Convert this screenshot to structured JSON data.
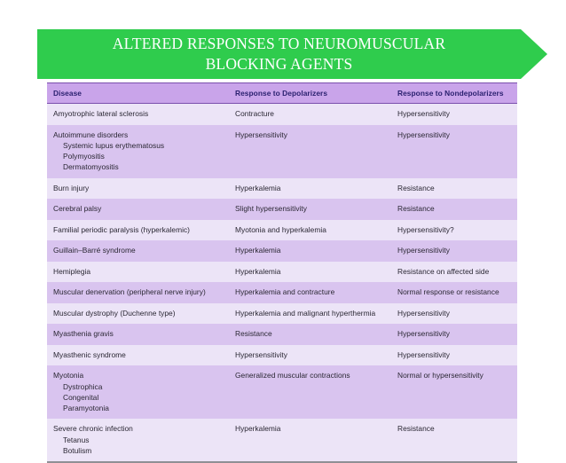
{
  "slide": {
    "title_line1": "ALTERED RESPONSES TO NEUROMUSCULAR",
    "title_line2": "BLOCKING AGENTS",
    "banner_color": "#2fcc4d",
    "banner_text_color": "#ffffff"
  },
  "table": {
    "header_bg": "#c9a4ea",
    "header_text_color": "#2b2170",
    "row_dark_bg": "#d9c4ef",
    "row_light_bg": "#ece4f7",
    "columns": [
      "Disease",
      "Response to Depolarizers",
      "Response to Nondepolarizers"
    ],
    "rows": [
      {
        "disease": "Amyotrophic lateral sclerosis",
        "sub": [],
        "depolarizers": "Contracture",
        "nondepolarizers": "Hypersensitivity"
      },
      {
        "disease": "Autoimmune disorders",
        "sub": [
          "Systemic lupus erythematosus",
          "Polymyositis",
          "Dermatomyositis"
        ],
        "depolarizers": "Hypersensitivity",
        "nondepolarizers": "Hypersensitivity"
      },
      {
        "disease": "Burn injury",
        "sub": [],
        "depolarizers": "Hyperkalemia",
        "nondepolarizers": "Resistance"
      },
      {
        "disease": "Cerebral palsy",
        "sub": [],
        "depolarizers": "Slight hypersensitivity",
        "nondepolarizers": "Resistance"
      },
      {
        "disease": "Familial periodic paralysis (hyperkalemic)",
        "sub": [],
        "depolarizers": "Myotonia and hyperkalemia",
        "nondepolarizers": "Hypersensitivity?"
      },
      {
        "disease": "Guillain–Barré syndrome",
        "sub": [],
        "depolarizers": "Hyperkalemia",
        "nondepolarizers": "Hypersensitivity"
      },
      {
        "disease": "Hemiplegia",
        "sub": [],
        "depolarizers": "Hyperkalemia",
        "nondepolarizers": "Resistance on affected side"
      },
      {
        "disease": "Muscular denervation (peripheral nerve injury)",
        "sub": [],
        "depolarizers": "Hyperkalemia and contracture",
        "nondepolarizers": "Normal response or resistance"
      },
      {
        "disease": "Muscular dystrophy (Duchenne type)",
        "sub": [],
        "depolarizers": "Hyperkalemia and malignant hyperthermia",
        "nondepolarizers": "Hypersensitivity"
      },
      {
        "disease": "Myasthenia gravis",
        "sub": [],
        "depolarizers": "Resistance",
        "nondepolarizers": "Hypersensitivity"
      },
      {
        "disease": "Myasthenic syndrome",
        "sub": [],
        "depolarizers": "Hypersensitivity",
        "nondepolarizers": "Hypersensitivity"
      },
      {
        "disease": "Myotonia",
        "sub": [
          "Dystrophica",
          "Congenital",
          "Paramyotonia"
        ],
        "depolarizers": "Generalized muscular contractions",
        "nondepolarizers": "Normal or hypersensitivity"
      },
      {
        "disease": "Severe chronic infection",
        "sub": [
          "Tetanus",
          "Botulism"
        ],
        "depolarizers": "Hyperkalemia",
        "nondepolarizers": "Resistance"
      }
    ]
  }
}
